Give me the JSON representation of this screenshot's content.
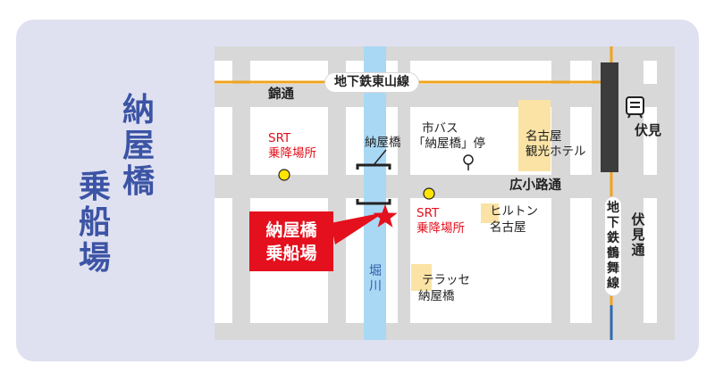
{
  "title": {
    "line1": "納屋橋",
    "line2": "乗船場"
  },
  "callout": {
    "line1": "納屋橋",
    "line2": "乗船場"
  },
  "subway_lines": {
    "higashiyama": "地下鉄東山線",
    "tsurumai": "地下鉄鶴舞線"
  },
  "roads": {
    "nishiki": "錦通",
    "hirokoji": "広小路通",
    "fushimi_dori": "伏見通"
  },
  "river": "堀川",
  "bridge": "納屋橋",
  "bus_stop": {
    "line1": "市バス",
    "line2": "「納屋橋」停"
  },
  "srt_stops": [
    {
      "line1": "SRT",
      "line2": "乗降場所"
    },
    {
      "line1": "SRT",
      "line2": "乗降場所"
    }
  ],
  "buildings": {
    "kanko_hotel": {
      "line1": "名古屋",
      "line2": "観光ホテル"
    },
    "hilton": {
      "line1": "ヒルトン",
      "line2": "名古屋"
    },
    "terrace": {
      "line1": "テラッセ",
      "line2": "納屋橋"
    }
  },
  "station": "伏見",
  "colors": {
    "background_card": "#dfe1f1",
    "title": "#3c54a5",
    "accent_red": "#e3101d",
    "road": "#d8d8d8",
    "river": "#a9d8f5",
    "building": "#fae3a4",
    "subway_line": "#f0a31c",
    "subway_blue": "#2e6ab4",
    "srt_marker": "#ffe500"
  },
  "icons": {
    "star": "star-icon",
    "bus_stop": "bus-stop-icon",
    "station": "train-station-icon"
  }
}
